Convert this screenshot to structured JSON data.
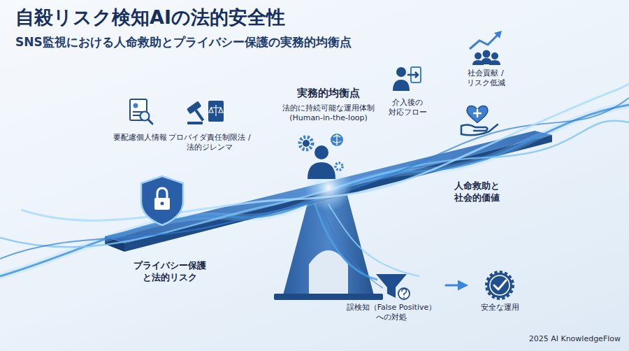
{
  "diagram": {
    "title": "自殺リスク検知AIの法的安全性",
    "caption": "SNS監視における人命救助とプライバシー保護の実務的均衡点",
    "nodes": [
      {
        "text": [
          "誤検知（False Positive） への対処"
        ]
      },
      {
        "text": [
          "安全な運用"
        ]
      }
    ],
    "edges": [
      {
        "from": 0,
        "to": 1,
        "arrow": "to"
      }
    ],
    "labels": [
      "要配慮個人情報",
      "プロバイダ責任制限法 / 法的ジレンマ",
      "実務的均衡点",
      "法的に持続可能な運用体制 (Human-in-the-loop)",
      "介入後の 対応フロー",
      "社会貢献 / リスク低減",
      "人命救助と 社会的価値",
      "プライバシー保護 と法的リスク",
      "2025 AI KnowledgeFlow"
    ]
  }
}
